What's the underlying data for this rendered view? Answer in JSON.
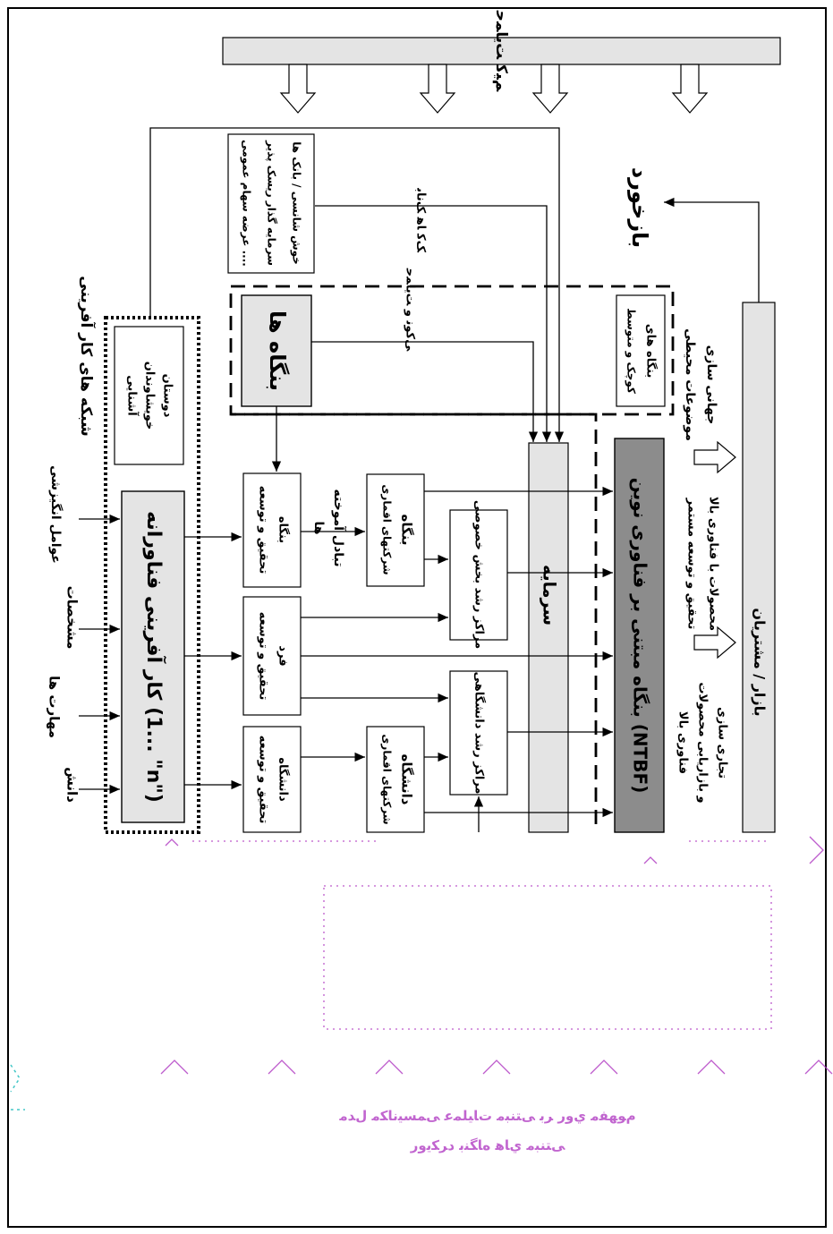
{
  "diagram": {
    "top_banner": "ﻢﯿﮐ ﺖﯾﺎﻤﺣ",
    "sidebar_entrepreneurship_networks": "شبکه های کار آفرینی",
    "left_factors": {
      "motivation": "عوامل انگیزشی",
      "characteristics": "مشخصات",
      "skills": "مهارت ها",
      "knowledge": "دانش"
    },
    "friends_box": {
      "line1": "دوستان",
      "line2": "خویشاوندان",
      "line3": "آشنایی"
    },
    "entrepreneur_box": "کار آفرینی فناورانه (1... \"n\")",
    "investors_box": {
      "line1": "خوش شانسی / بانک ها",
      "line2": "سرمایه گذار ریسک پذیر",
      "line3": "عرضه سهام عمومی ...."
    },
    "firms_box": "بنگاه ها",
    "support_label_1": "ﮏﮐ ﺎﻫ ﮏﻧﺎﺑ",
    "support_label_2": "ﯽﮐﻮﻧ ﻭ ﺖﯾﺎﻤﺣ",
    "sme_box": {
      "line1": "بنگاه های",
      "line2": "کوچک و متوسط"
    },
    "rd_firm": {
      "line1": "بنگاه",
      "line2": "تحقیق و توسعه"
    },
    "rd_individual": {
      "line1": "فرد",
      "line2": "تحقیق و توسعه"
    },
    "rd_university": {
      "line1": "دانشگاه",
      "line2": "تحقیق و توسعه"
    },
    "exchange_label": {
      "line1": "تبادل آموخته",
      "line2": "ها"
    },
    "spinoff_firm": {
      "line1": "بنگاه",
      "line2": "شرکتهای اقماری"
    },
    "spinoff_university": {
      "line1": "دانشگاه",
      "line2": "شرکتهای اقماری"
    },
    "incubator_private": {
      "line1": "مراکز رشد بخش خصوصی"
    },
    "incubator_university": {
      "line1": "مراکز رشد دانشگاهی"
    },
    "capital_bar": "سرمایه",
    "ntbf_bar": "بنگاه مبتنی بر فناوری نوین (NTBF)",
    "feedback_label": "بازخورد",
    "globalization": {
      "line1": "جهانی سازی",
      "line2": "موضوعات محیطی"
    },
    "hightech_products": {
      "line1": "محصولات با فناوری بالا",
      "line2": "تحقیق و توسعه مستمر"
    },
    "commercialization": {
      "line1": "تجاری سازی",
      "line2": "و بازاریابی محصولات",
      "line3": "فناوری بالا"
    },
    "market_bar": "بازار / مشتریان",
    "faded_caption_1": "ﻡﻮﻬﻔﻣ ﻱﻭﺭ ﺮﺑ ﯽﺘﻨﺒﻣ ﺕﺎﯿﻠﻤﻋ ﯽﻤﺴﯿﻧﺎﮑﻣ ﻝﺪﻣ",
    "faded_caption_2": "ﯽﺘﻨﺒﻣ ﻱﺎﻫ ﻩﺎﮕﻨﺑ ﺩﺮﮑﯾﻭﺭ"
  },
  "colors": {
    "stroke": "#000000",
    "light_fill": "#e4e4e4",
    "dark_fill": "#8c8c8c",
    "faded_magenta": "#b23fc4",
    "faded_cyan": "#43c7c7"
  }
}
